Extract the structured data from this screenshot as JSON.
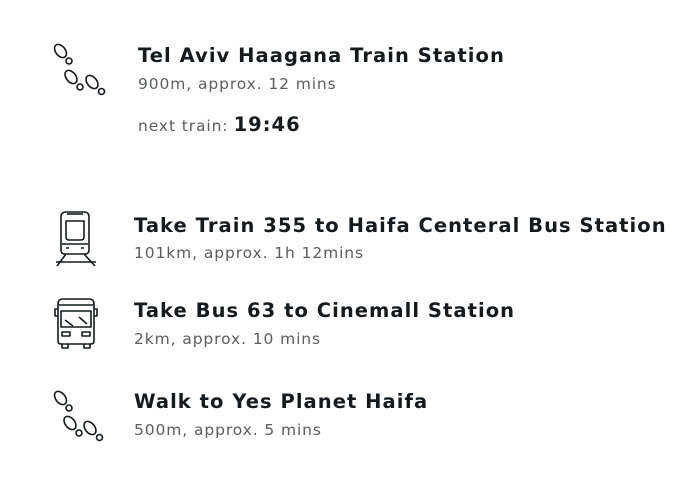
{
  "origin": {
    "icon": "footsteps-icon",
    "title": "Tel Aviv Haagana Train Station",
    "detail": "900m, approx. 12 mins",
    "next_train_label": "next train:",
    "next_train_time": "19:46"
  },
  "steps": [
    {
      "icon": "train-icon",
      "title": "Take Train 355 to Haifa Centeral Bus Station",
      "detail": "101km, approx. 1h 12mins"
    },
    {
      "icon": "bus-icon",
      "title": "Take Bus 63 to Cinemall Station",
      "detail": "2km, approx. 10 mins"
    },
    {
      "icon": "footsteps-icon",
      "title": "Walk to Yes Planet Haifa",
      "detail": "500m, approx. 5 mins"
    }
  ]
}
